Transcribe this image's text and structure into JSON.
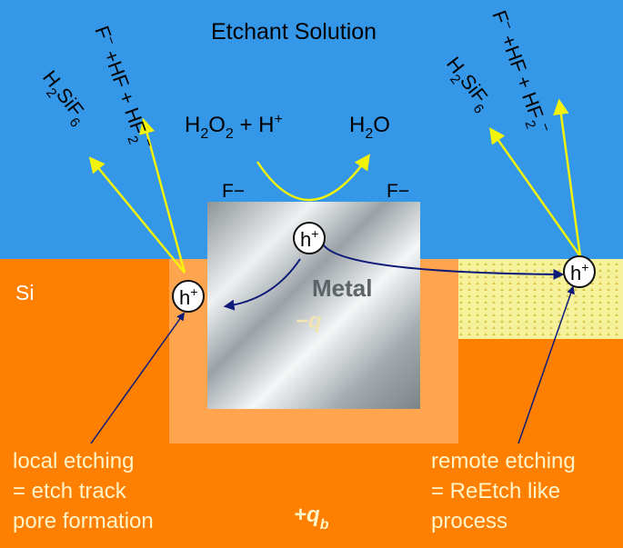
{
  "solution_label": "Etchant Solution",
  "silicon_label": "Si",
  "metal_label": "Metal",
  "metal_charge": "−q",
  "bulk_charge": {
    "main": "+q",
    "sub": "b"
  },
  "reaction": {
    "reactant": {
      "a": "H",
      "a_sub": "2",
      "b": "O",
      "b_sub": "2",
      "plus_h": " + H",
      "plus_sup": "+"
    },
    "product": {
      "a": "H",
      "a_sub": "2",
      "b": "O"
    }
  },
  "fluoride_left": "F−",
  "fluoride_right": "F−",
  "hole": {
    "main": "h",
    "sup": "+"
  },
  "products_left": {
    "line1": {
      "f": "F",
      "sup": "−",
      "rest": " +HF + HF",
      "sub": "2",
      "sup2": "−"
    },
    "line2": {
      "a": "H",
      "a_sub": "2",
      "b": "SiF",
      "b_sub": "6"
    }
  },
  "products_right": {
    "line1": {
      "f": "F",
      "sup": "−",
      "rest": " +HF + HF",
      "sub": "2",
      "sup2": "−"
    },
    "line2": {
      "a": "H",
      "a_sub": "2",
      "b": "SiF",
      "b_sub": "6"
    }
  },
  "local_etching": [
    "local etching",
    "= etch track",
    "pore formation"
  ],
  "remote_etching": [
    "remote etching",
    "= ReEtch like",
    "process"
  ],
  "colors": {
    "solution": "#3497e8",
    "silicon": "#ff8000",
    "halo": "#ffa54f",
    "remote_zone": "#f6f29c",
    "yellow_arrow": "#f2f20a",
    "navy_arrow": "#0e1a78",
    "label_text": "#fff4c8"
  }
}
